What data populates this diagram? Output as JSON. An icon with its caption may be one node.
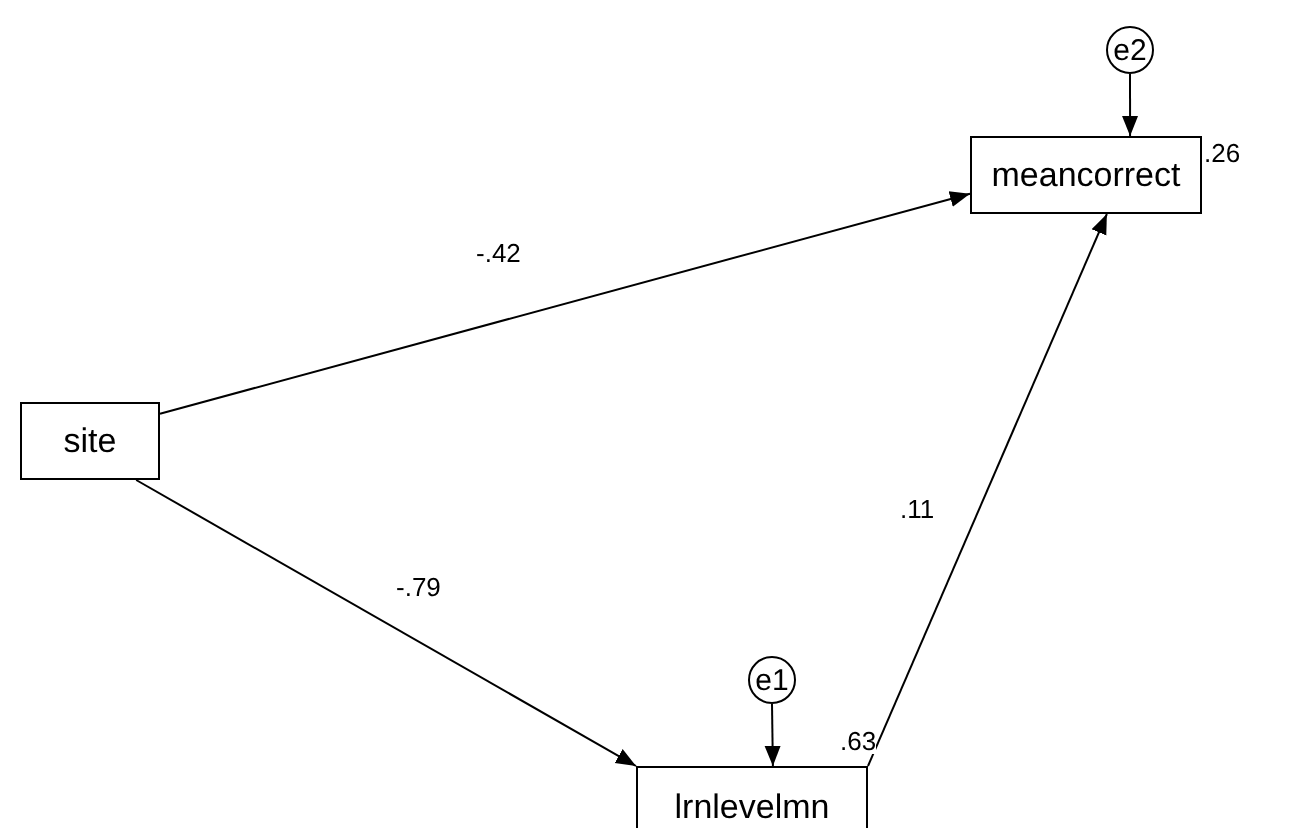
{
  "diagram": {
    "nodes": [
      {
        "text": [
          "e2"
        ]
      },
      {
        "text": [
          "meancorrect"
        ],
        "beside": [
          ".26"
        ]
      },
      {
        "text": [
          "site"
        ]
      },
      {
        "text": [
          "e1"
        ]
      },
      {
        "text": [
          "lrnlevelmn"
        ],
        "beside": [
          ".63"
        ]
      }
    ],
    "edges": [
      {
        "from": 0,
        "to": 1,
        "arrow": "to"
      },
      {
        "from": 2,
        "to": 1,
        "arrow": "to",
        "label": "-.42"
      },
      {
        "from": 2,
        "to": 4,
        "arrow": "to",
        "label": "-.79"
      },
      {
        "from": 3,
        "to": 4,
        "arrow": "to"
      },
      {
        "from": 4,
        "to": 1,
        "arrow": "to",
        "label": ".11"
      }
    ]
  }
}
